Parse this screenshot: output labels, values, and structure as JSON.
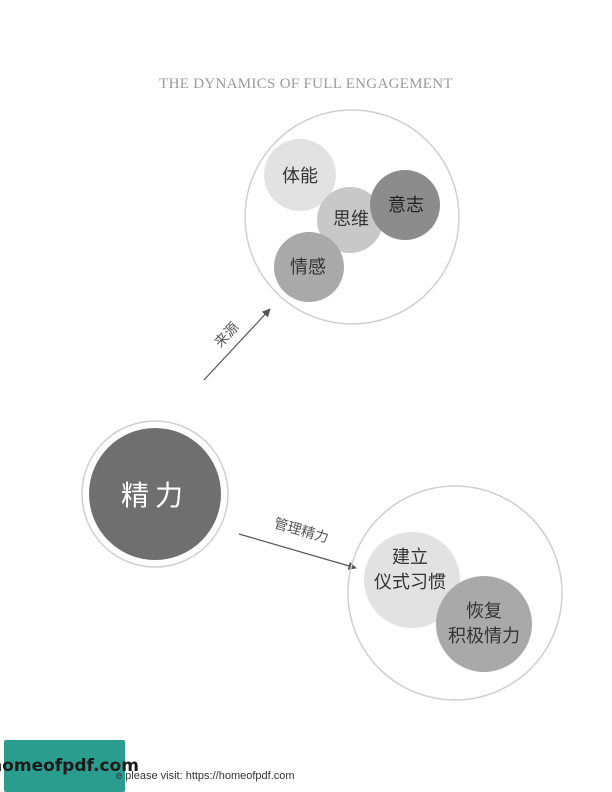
{
  "header": {
    "title": "THE DYNAMICS OF FULL ENGAGEMENT"
  },
  "diagram": {
    "center": {
      "label": "精力"
    },
    "arrow_sources": {
      "label": "来源"
    },
    "arrow_manage": {
      "label": "管理精力"
    },
    "sources": {
      "physical": "体能",
      "mental": "思维",
      "spiritual": "意志",
      "emotional": "情感"
    },
    "management": {
      "rituals_line1": "建立",
      "rituals_line2": "仪式习惯",
      "recovery_line1": "恢复",
      "recovery_line2": "积极情力"
    },
    "colors": {
      "center_fill": "#6f6f6f",
      "light": "#e2e2e2",
      "medium": "#c8c8c8",
      "mid_dark": "#a9a9a9",
      "dark": "#8c8c8c",
      "outline": "#cfcfcf"
    }
  },
  "footer": {
    "logo": "homeofpdf.com",
    "text": "e please visit: https://homeofpdf.com"
  }
}
